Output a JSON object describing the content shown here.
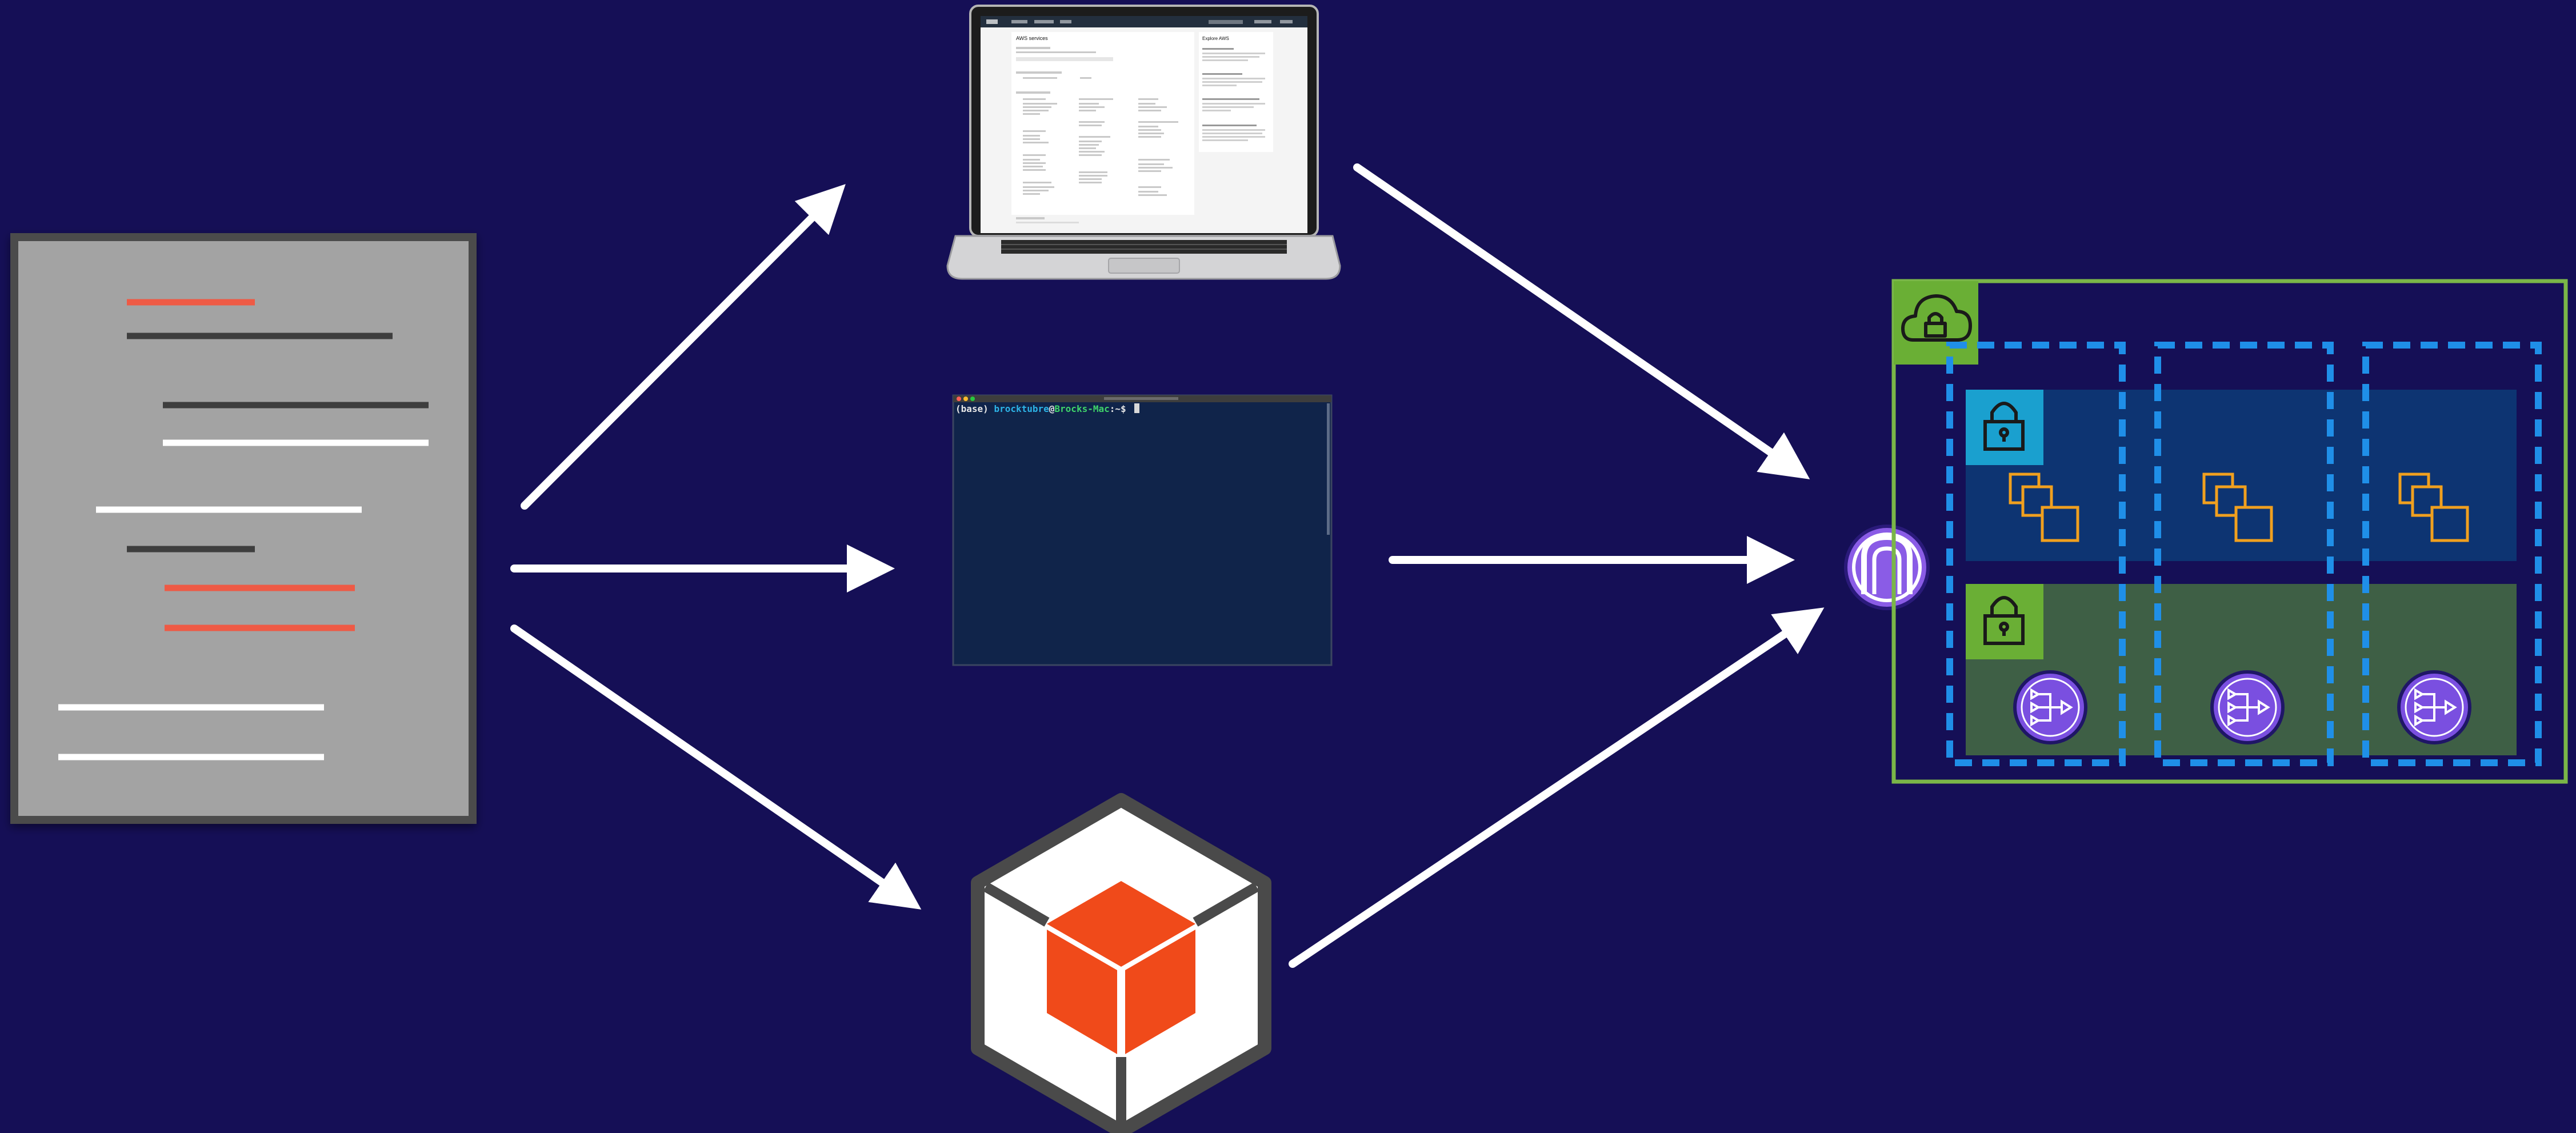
{
  "terminal": {
    "prompt_env": "(base)",
    "prompt_user": "brocktubre",
    "prompt_at": "@",
    "prompt_host": "Brocks-Mac",
    "prompt_suffix": ":~$"
  },
  "console_page": {
    "title": "AWS services",
    "sidebar_title": "Explore AWS"
  },
  "colors": {
    "background": "#150f56",
    "document_fill": "#a3a3a3",
    "document_border": "#4c4c4c",
    "red_line": "#ee5a45",
    "dark_line": "#3e3e3e",
    "white_line": "#ffffff",
    "terminal_bg": "#10244a",
    "vpc_border": "#7ab648",
    "az_dashed": "#1f8fe8",
    "public_subnet": "#0d3472",
    "private_subnet": "#3e5f45",
    "public_badge": "#1aa0cf",
    "private_badge": "#6aaf35",
    "ec2_orange": "#f0a01f",
    "nat_purple": "#7a4fe0",
    "igw_purple": "#8a5ce6",
    "box_orange": "#f04a1a"
  },
  "icons": {
    "vpc": "cloud-lock-icon",
    "public_subnet": "lock-icon",
    "private_subnet": "lock-icon",
    "instances": "ec2-instances-icon",
    "nat": "nat-gateway-icon",
    "igw": "internet-gateway-icon",
    "sdk": "sdk-cube-icon",
    "laptop": "laptop-icon"
  }
}
